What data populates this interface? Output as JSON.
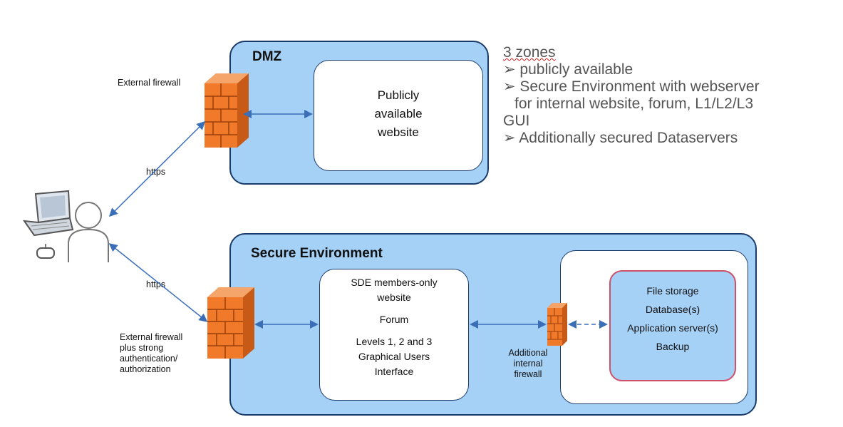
{
  "dmz": {
    "title": "DMZ",
    "website_lines": [
      "Publicly",
      "available",
      "website"
    ],
    "firewall_label": "External firewall"
  },
  "connections": {
    "https_top": "https",
    "https_bottom": "https"
  },
  "secure": {
    "title": "Secure Environment",
    "firewall_label": [
      "External firewall",
      "plus strong",
      "authentication/",
      "authorization"
    ],
    "members_lines": [
      "SDE members-only",
      "website",
      "Forum",
      "Levels 1, 2 and 3",
      "Graphical Users",
      "Interface"
    ],
    "internal_firewall_label": [
      "Additional",
      "internal",
      "firewall"
    ],
    "data_lines": [
      "File storage",
      "Database(s)",
      "Application server(s)",
      "Backup"
    ]
  },
  "notes": {
    "heading": "3 zones",
    "items": [
      "➢ publicly available",
      "➢ Secure Environment with webserver",
      "for internal website, forum, L1/L2/L3",
      "GUI",
      "➢ Additionally secured Dataservers"
    ]
  },
  "colors": {
    "zone_fill": "#a6d1f7",
    "firewall": "#f07a2a",
    "arrow": "#3a6fb8",
    "data_border": "#d0506a"
  },
  "icons": [
    "firewall-icon",
    "user-icon",
    "laptop-icon",
    "mouse-icon"
  ]
}
